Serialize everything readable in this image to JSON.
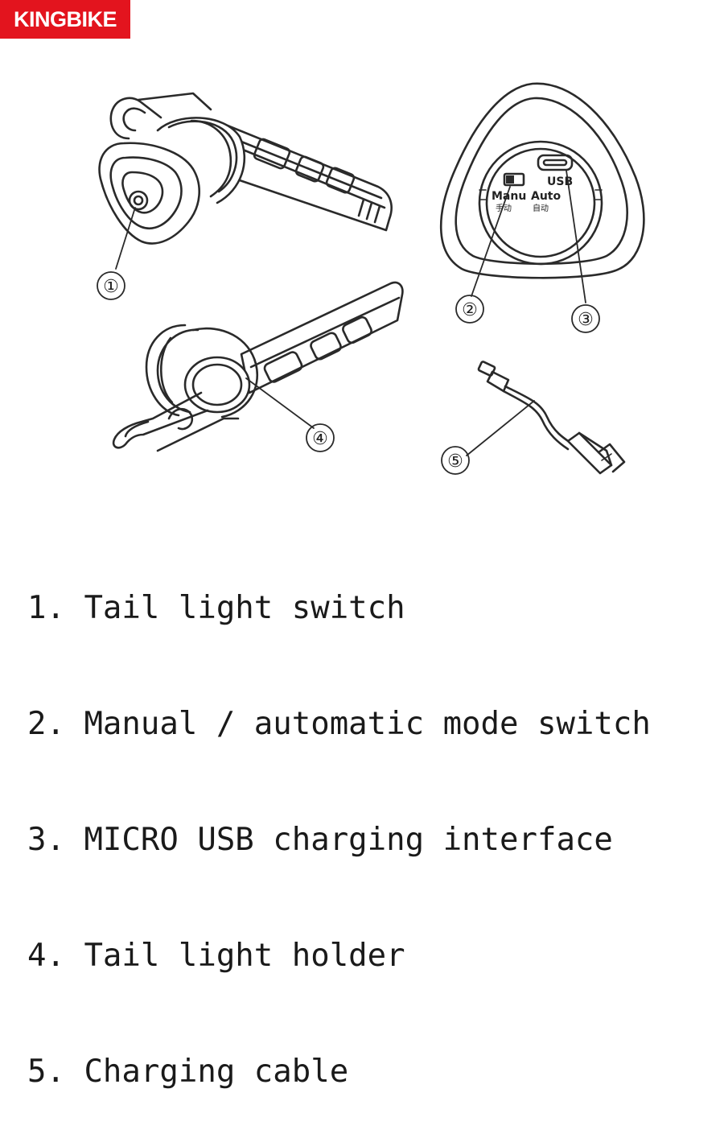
{
  "brand": {
    "logo_text": "KINGBIKE",
    "logo_color": "#e3141e"
  },
  "device_labels": {
    "switch_manu": "Manu",
    "switch_manu_cn": "手动",
    "switch_auto": "Auto",
    "switch_auto_cn": "自动",
    "port": "USB"
  },
  "callouts": [
    "①",
    "②",
    "③",
    "④",
    "⑤"
  ],
  "legend": [
    {
      "number": "1.",
      "text": "Tail light switch"
    },
    {
      "number": "2.",
      "text": "Manual / automatic mode switch"
    },
    {
      "number": "3.",
      "text": "MICRO USB charging interface"
    },
    {
      "number": "4.",
      "text": "Tail light holder"
    },
    {
      "number": "5.",
      "text": "Charging cable"
    }
  ]
}
